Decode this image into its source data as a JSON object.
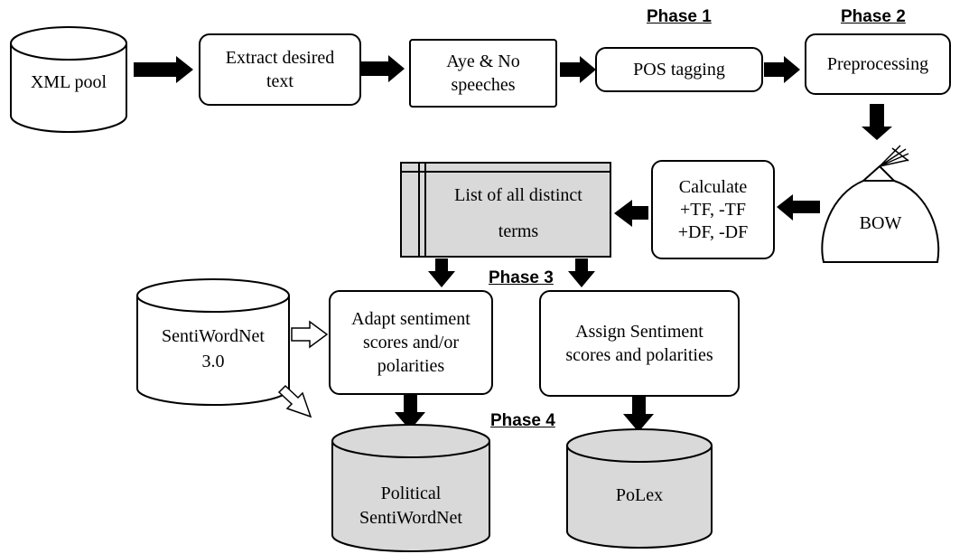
{
  "phases": {
    "p1": "Phase 1",
    "p2": "Phase 2",
    "p3": "Phase 3",
    "p4": "Phase 4"
  },
  "nodes": {
    "xml_pool": "XML pool",
    "extract": "Extract desired text",
    "aye_no": "Aye & No speeches",
    "pos": "POS tagging",
    "preprocessing": "Preprocessing",
    "bow": "BOW",
    "calculate": [
      "Calculate",
      "+TF, -TF",
      "+DF, -DF"
    ],
    "terms": [
      "List of all distinct",
      "terms"
    ],
    "sentiwordnet": [
      "SentiWordNet",
      "3.0"
    ],
    "adapt": "Adapt sentiment scores and/or polarities",
    "assign": "Assign Sentiment scores and polarities",
    "political": [
      "Political",
      "SentiWordNet"
    ],
    "polex": "PoLex"
  },
  "colors": {
    "stroke": "#000000",
    "fill_gray": "#d9d9d9",
    "fill_white": "#ffffff"
  }
}
